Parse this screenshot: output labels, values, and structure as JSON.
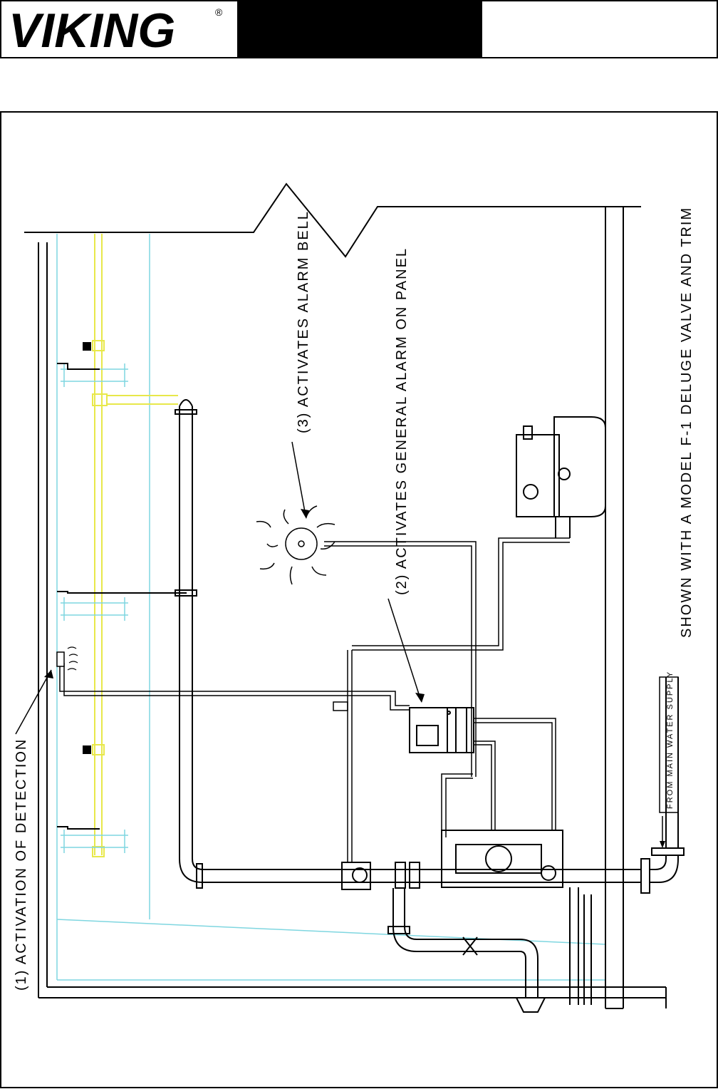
{
  "header": {
    "brand": "VIKING",
    "registered_mark": "®"
  },
  "callouts": {
    "detection": "(1) ACTIVATION OF DETECTION",
    "panel": "(2) ACTIVATES GENERAL ALARM ON PANEL",
    "bell": "(3) ACTIVATES ALARM BELL",
    "water_supply": "FROM MAIN WATER SUPPLY"
  },
  "caption": "SHOWN WITH A MODEL F-1 DELUGE VALVE AND TRIM",
  "colors": {
    "line": "#000000",
    "sprinkler_pipe": "#e8e84a",
    "building_outline": "#7fd6e0"
  }
}
